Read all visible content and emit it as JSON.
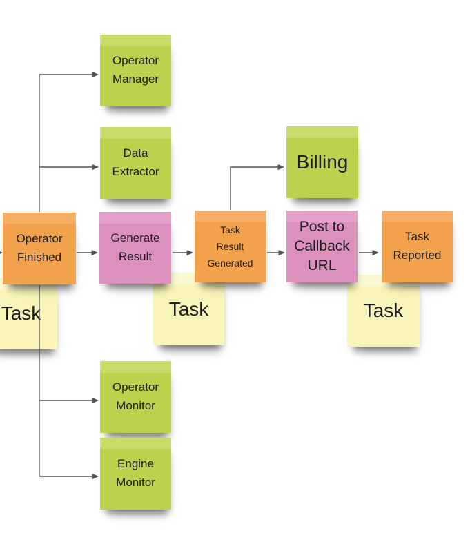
{
  "board": {
    "notes": [
      {
        "id": "operator-manager",
        "label": "Operator\nManager",
        "color": "green"
      },
      {
        "id": "data-extractor",
        "label": "Data\nExtractor",
        "color": "green"
      },
      {
        "id": "billing",
        "label": "Billing",
        "color": "green"
      },
      {
        "id": "operator-finished",
        "label": "Operator\nFinished",
        "color": "orange"
      },
      {
        "id": "generate-result",
        "label": "Generate\nResult",
        "color": "pink"
      },
      {
        "id": "task-result-generated",
        "label": "Task\nResult\nGenerated",
        "color": "orange"
      },
      {
        "id": "post-to-callback-url",
        "label": "Post to\nCallback\nURL",
        "color": "pink"
      },
      {
        "id": "task-reported",
        "label": "Task\nReported",
        "color": "orange"
      },
      {
        "id": "task-left",
        "label": "Task",
        "color": "yellow"
      },
      {
        "id": "task-middle",
        "label": "Task",
        "color": "yellow"
      },
      {
        "id": "task-right",
        "label": "Task",
        "color": "yellow"
      },
      {
        "id": "operator-monitor",
        "label": "Operator\nMonitor",
        "color": "green"
      },
      {
        "id": "engine-monitor",
        "label": "Engine\nMonitor",
        "color": "green"
      }
    ],
    "connections": [
      {
        "from": "offscreen-left",
        "to": "operator-finished"
      },
      {
        "from": "operator-finished",
        "to": "operator-manager"
      },
      {
        "from": "operator-finished",
        "to": "data-extractor"
      },
      {
        "from": "operator-finished",
        "to": "generate-result"
      },
      {
        "from": "generate-result",
        "to": "task-result-generated"
      },
      {
        "from": "task-result-generated",
        "to": "billing"
      },
      {
        "from": "task-result-generated",
        "to": "post-to-callback-url"
      },
      {
        "from": "post-to-callback-url",
        "to": "task-reported"
      },
      {
        "from": "operator-finished",
        "to": "operator-monitor"
      },
      {
        "from": "operator-finished",
        "to": "engine-monitor"
      }
    ],
    "palette": {
      "green": "#bbd24d",
      "green_top": "#c9dc6a",
      "orange": "#f2a14d",
      "orange_top": "#f6ae64",
      "pink": "#dc90bc",
      "pink_top": "#e3a0c8",
      "yellow": "#f9f5ba",
      "yellow_top": "#fbf9d2",
      "text": "#1e1e1e",
      "connector": "#555555"
    }
  }
}
